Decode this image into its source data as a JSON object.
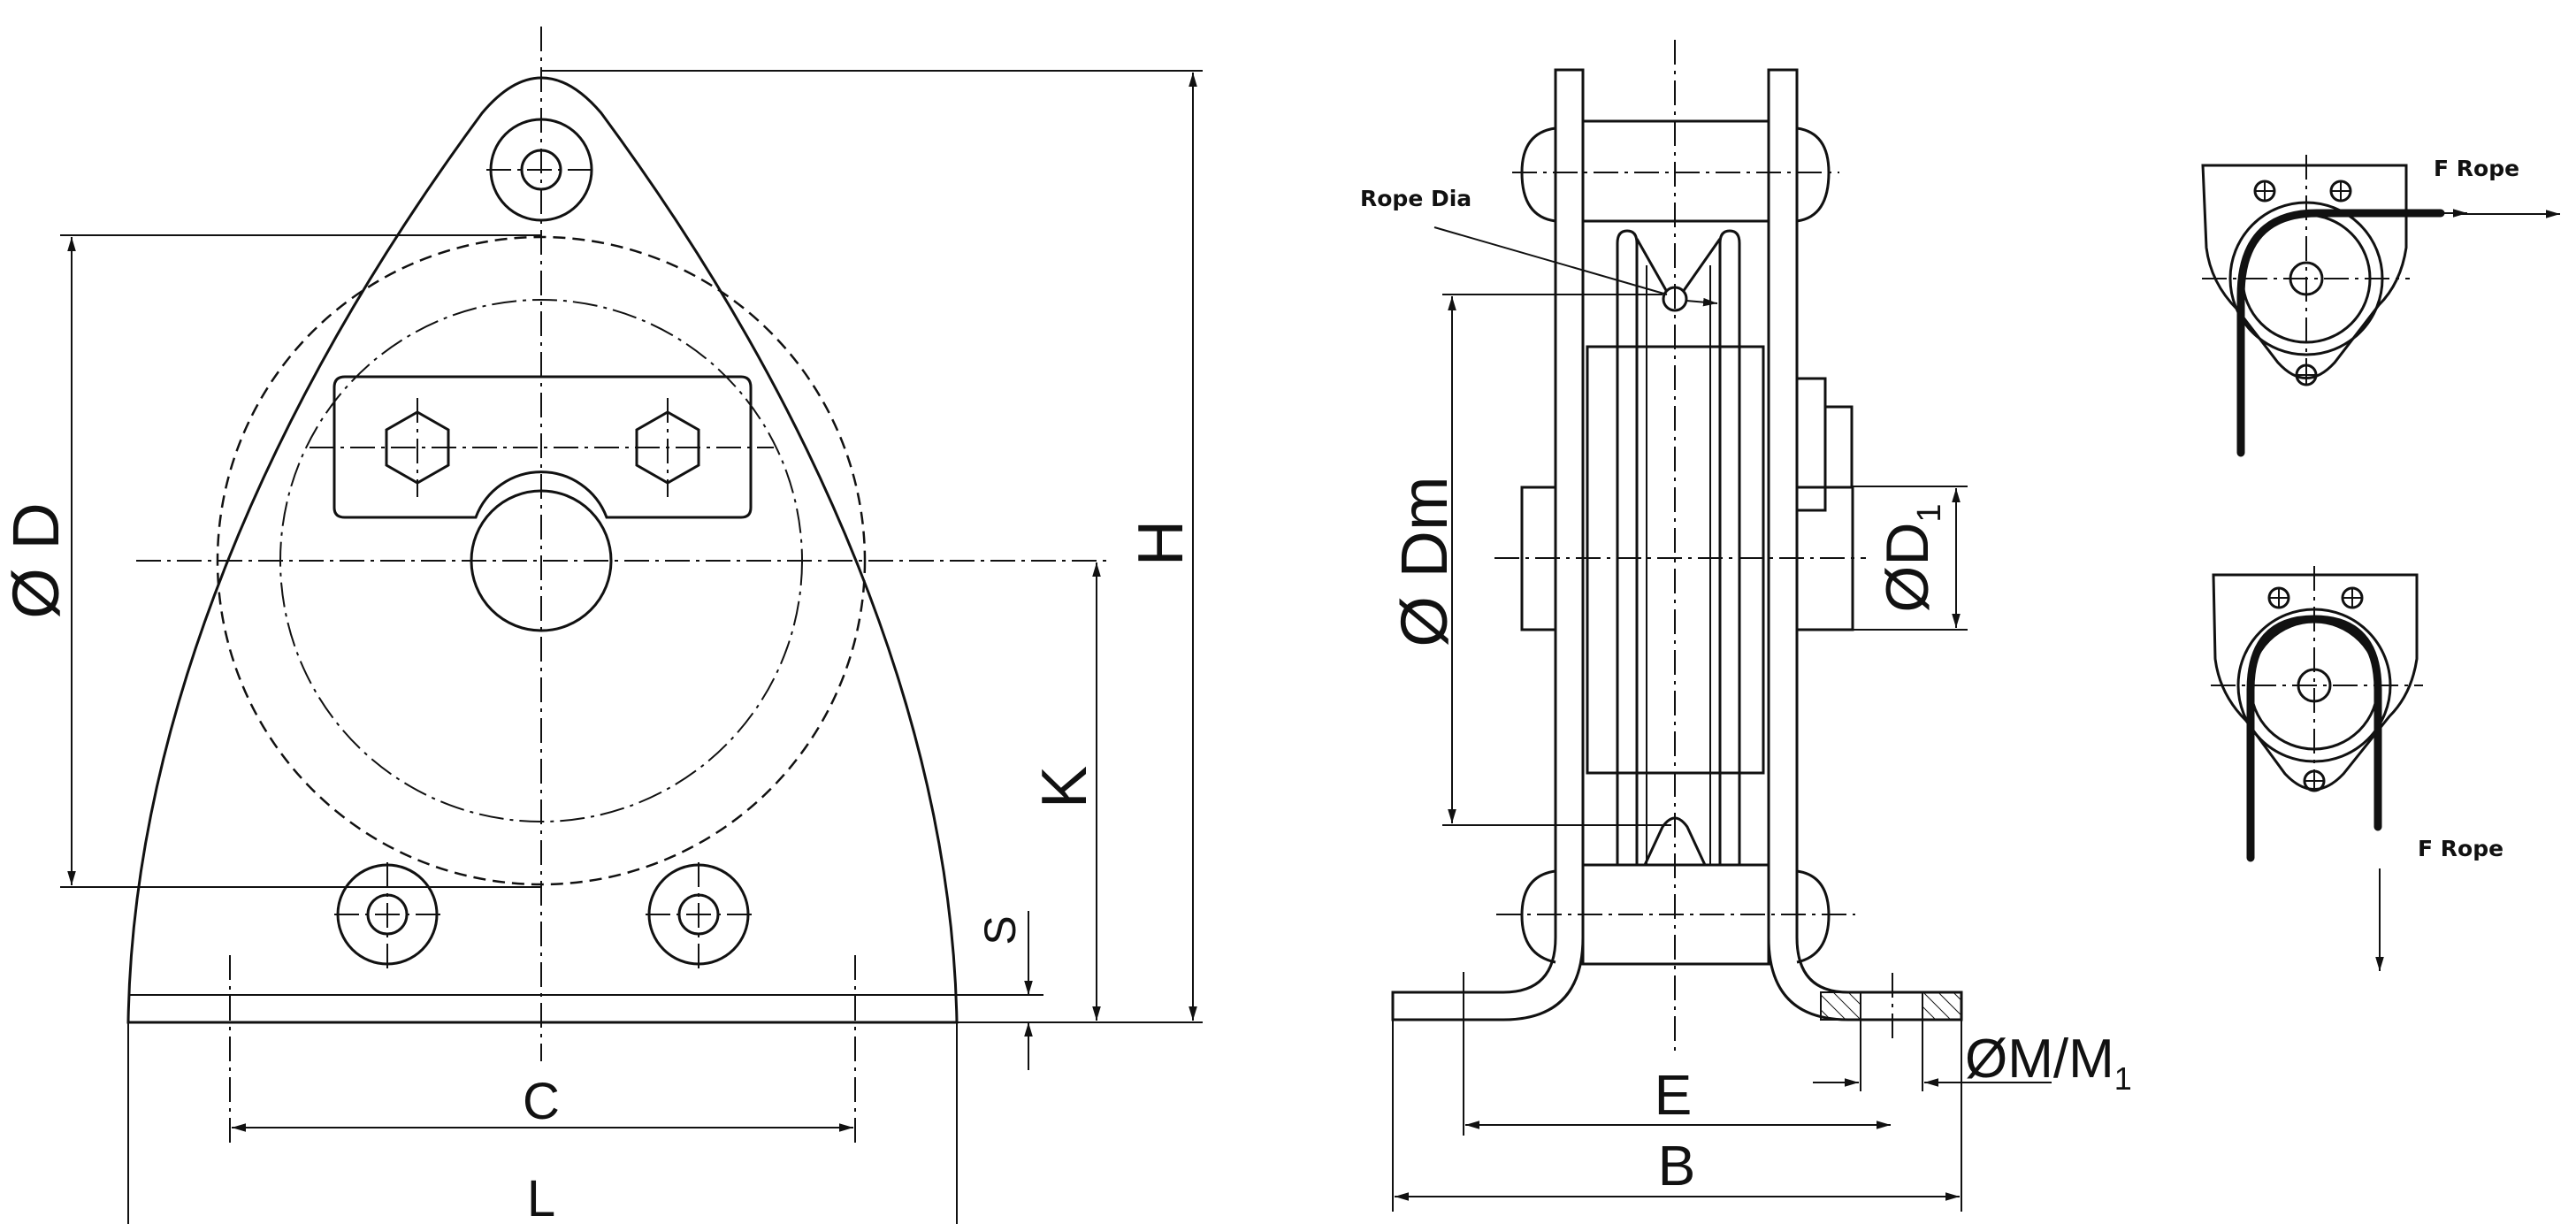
{
  "front_view": {
    "dim_D": "Ø D",
    "dim_H": "H",
    "dim_K": "K",
    "dim_S": "S",
    "dim_C": "C",
    "dim_L": "L"
  },
  "side_view": {
    "dim_Dm": "Ø Dm",
    "dim_D1": "ØD",
    "dim_D1_sub": "1",
    "dim_M": "ØM/M",
    "dim_M_sub": "1",
    "dim_E": "E",
    "dim_B": "B",
    "rope_dia_label": "Rope Dia"
  },
  "rope_views": {
    "horizontal_force_label": "F Rope",
    "vertical_force_label": "F Rope"
  }
}
